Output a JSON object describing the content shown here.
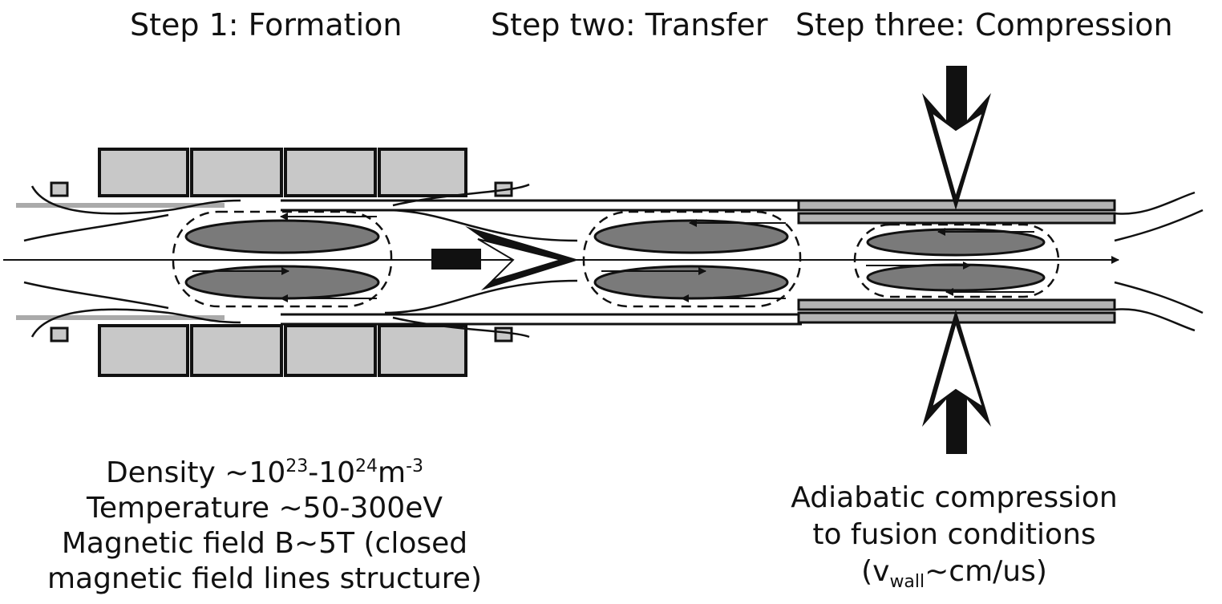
{
  "steps": [
    {
      "label": "Step 1: Formation"
    },
    {
      "label": "Step two: Transfer"
    },
    {
      "label": "Step three: Compression"
    }
  ],
  "formation_params": {
    "density_prefix": "Density ~10",
    "density_exp1": "23",
    "density_mid": "-10",
    "density_exp2": "24",
    "density_unit": "m",
    "density_unit_exp": "-3",
    "temperature": "Temperature ~50-300eV",
    "field_line1": "Magnetic field B~5T (closed",
    "field_line2": "magnetic field lines structure)"
  },
  "compression_result": {
    "line1": "Adiabatic compression",
    "line2": "to fusion conditions",
    "line3_prefix": "(v",
    "line3_sub": "wall",
    "line3_suffix": "~cm/us)"
  },
  "colors": {
    "coil_fill": "#c8c8c8",
    "plasma_fill": "#7a7a7a",
    "liner_fill": "#b4b4b4",
    "ink": "#111111"
  }
}
